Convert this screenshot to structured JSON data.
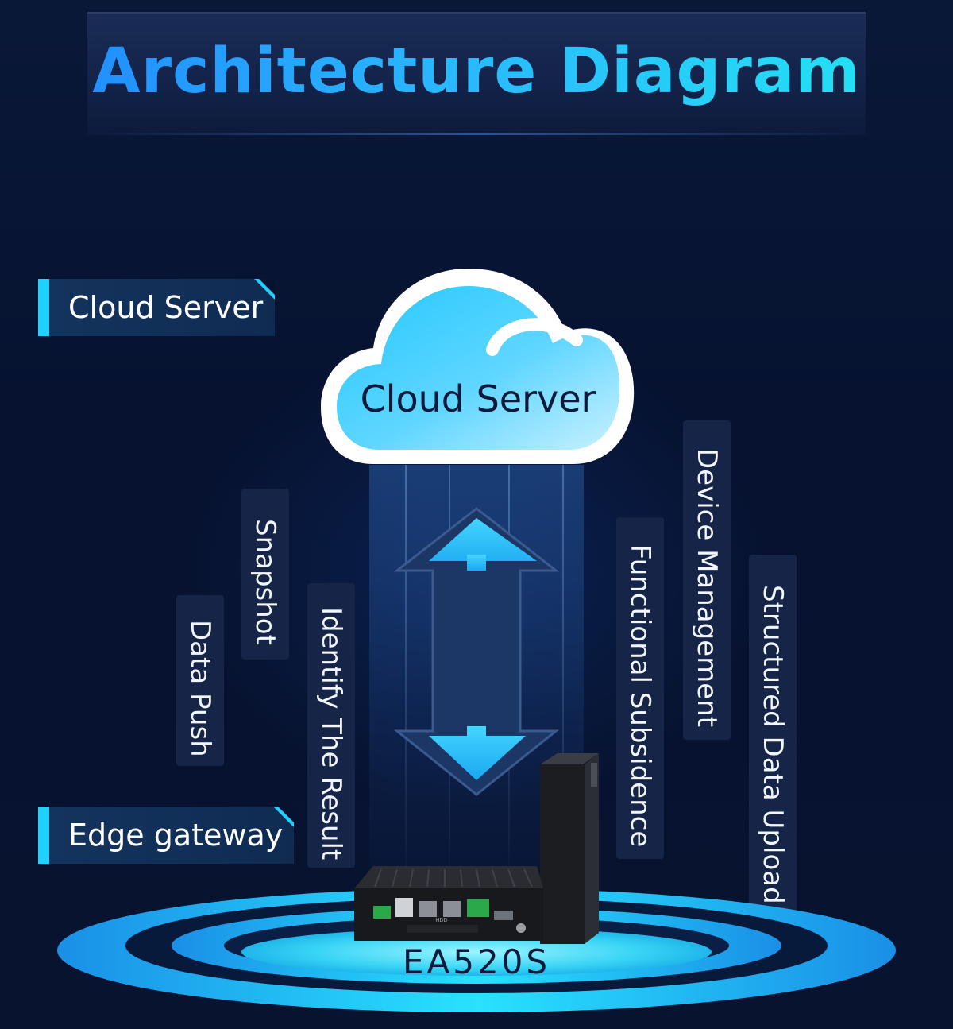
{
  "title": "Architecture Diagram",
  "tags": {
    "cloud": "Cloud Server",
    "edge": "Edge gateway"
  },
  "cloud": {
    "label": "Cloud Server"
  },
  "left_labels": [
    "Data Push",
    "Snapshot",
    "Identify The Result"
  ],
  "right_labels": [
    "Functional Subsidence",
    "Device Management",
    "Structured Data Upload"
  ],
  "device": {
    "model": "EA520S",
    "front_text": "HDD"
  },
  "colors": {
    "background": "#061230",
    "accent": "#1ed2ff",
    "title_gradient_start": "#1f86ff",
    "title_gradient_end": "#22e8f0"
  }
}
